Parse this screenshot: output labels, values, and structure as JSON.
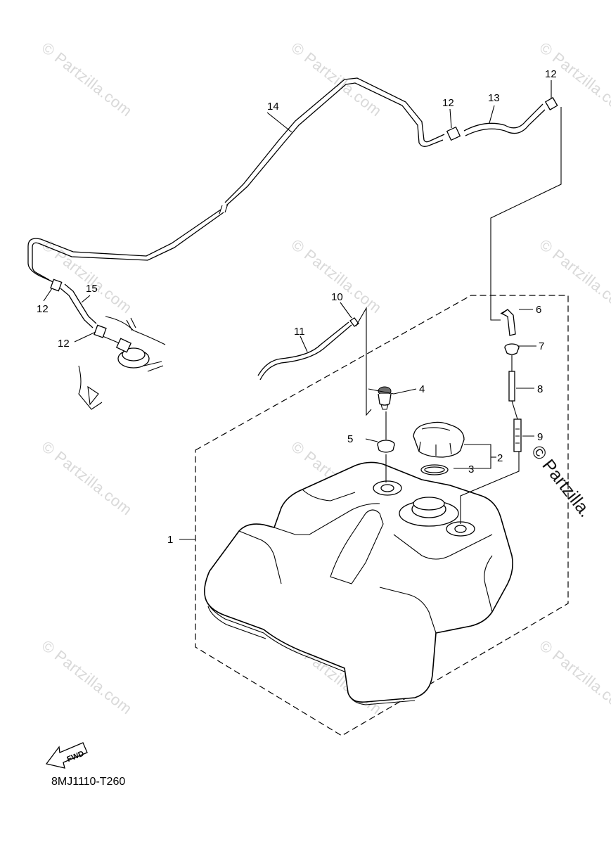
{
  "watermark": "© Partzilla.com",
  "watermark_large": "© Partzilla.",
  "diagram_code": "8MJ1110-T260",
  "fwd_label": "FWD",
  "callouts": [
    "1",
    "2",
    "3",
    "4",
    "5",
    "6",
    "7",
    "8",
    "9",
    "10",
    "11",
    "12",
    "12",
    "12",
    "12",
    "13",
    "14",
    "15"
  ]
}
